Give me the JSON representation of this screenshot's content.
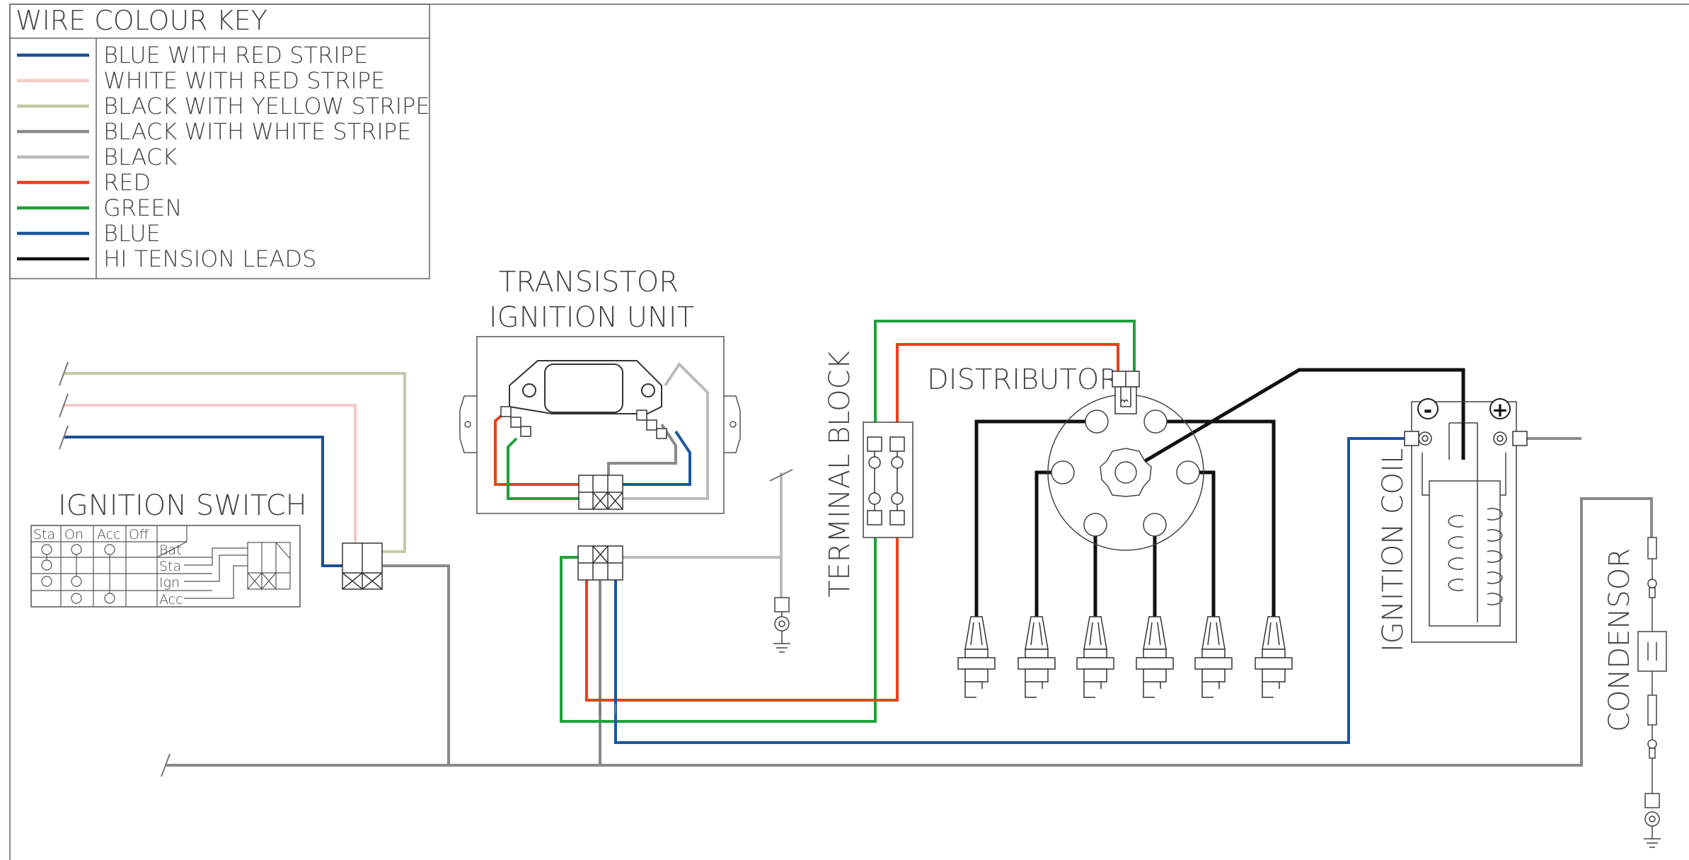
{
  "key": {
    "title": "WIRE COLOUR KEY",
    "entries": [
      {
        "label": "BLUE WITH RED STRIPE",
        "color": "#1a4f94"
      },
      {
        "label": "WHITE WITH RED STRIPE",
        "color": "#f2c9c9"
      },
      {
        "label": "BLACK WITH YELLOW STRIPE",
        "color": "#c6c9a6"
      },
      {
        "label": "BLACK WITH WHITE STRIPE",
        "color": "#8a8a8a"
      },
      {
        "label": "BLACK",
        "color": "#bbbbbb"
      },
      {
        "label": "RED",
        "color": "#e8401c"
      },
      {
        "label": "GREEN",
        "color": "#1fa23a"
      },
      {
        "label": "BLUE",
        "color": "#1a56a0"
      },
      {
        "label": "HI TENSION LEADS",
        "color": "#111111"
      }
    ]
  },
  "components": {
    "transistor_line1": "TRANSISTOR",
    "transistor_line2": "IGNITION UNIT",
    "ignition_switch": "IGNITION SWITCH",
    "terminal_block": "TERMINAL BLOCK",
    "distributor": "DISTRIBUTOR",
    "ignition_coil": "IGNITION COIL",
    "condensor": "CONDENSOR",
    "coil_minus": "-",
    "coil_plus": "+"
  },
  "switch_table": {
    "headers": [
      "Sta",
      "On",
      "Acc",
      "Off"
    ],
    "terminals": [
      "Bat",
      "Sta",
      "Ign",
      "Acc"
    ]
  }
}
